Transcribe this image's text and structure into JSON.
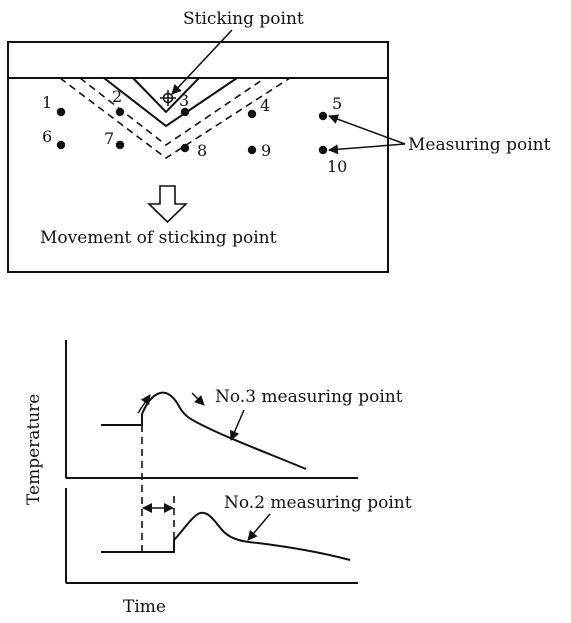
{
  "mold": {
    "sticking_point_label": "Sticking point",
    "measuring_point_label": "Measuring point",
    "movement_label": "Movement of sticking point",
    "points": [
      "1",
      "2",
      "3",
      "4",
      "5",
      "6",
      "7",
      "8",
      "9",
      "10"
    ]
  },
  "graph": {
    "y_axis_label": "Temperature",
    "x_axis_label": "Time",
    "upper_curve_label": "No.3 measuring point",
    "lower_curve_label": "No.2 measuring point"
  }
}
